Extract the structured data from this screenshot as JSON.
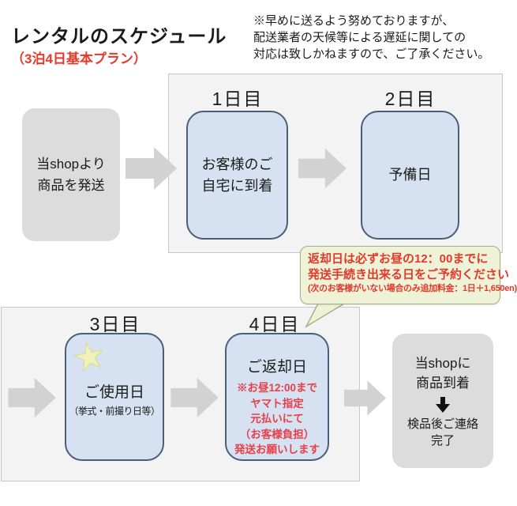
{
  "header": {
    "title": "レンタルのスケジュール",
    "subtitle": "（3泊4日基本プラン）",
    "note_lines": [
      "※早めに送るよう努めておりますが、",
      "配送業者の天候等による遅延に関しての",
      "対応は致しかねますので、ご了承ください。"
    ]
  },
  "flow": {
    "start_box": {
      "lines": [
        "当shopより",
        "商品を発送"
      ]
    },
    "day1": {
      "label": "1日目",
      "box_lines": [
        "お客様のご",
        "自宅に到着"
      ]
    },
    "day2": {
      "label": "2日目",
      "box_text": "予備日"
    },
    "day3": {
      "label": "3日目",
      "box_title": "ご使用日",
      "box_sub": "（挙式・前撮り日等）"
    },
    "day4": {
      "label": "4日目",
      "box_title": "ご返却日",
      "box_note_lines": [
        "※お昼12:00まで",
        "ヤマト指定",
        "元払いにて",
        "（お客様負担）",
        "発送お願いします"
      ]
    },
    "end_box": {
      "lines_top": [
        "当shopに",
        "商品到着"
      ],
      "lines_bottom": [
        "検品後ご連絡",
        "完了"
      ]
    }
  },
  "callout": {
    "lines": [
      "返却日は必ずお昼の12：00までに",
      "発送手続き出来る日をご予約ください",
      "(次のお客様がいない場合のみ追加料金：1日＋1,650en)"
    ]
  },
  "colors": {
    "title-red": "#e6392b",
    "panel-bg": "#f3f3f3",
    "panel-border": "#c7c7c7",
    "graybox-bg": "#dcdcdc",
    "bluebox-bg": "#d6e2f2",
    "bluebox-border": "#4b5e77",
    "arrow-gray": "#d2d2d2",
    "callout-bg": "#eef3d8",
    "callout-border": "#a9ae8a",
    "callout-red": "#e2392b",
    "box4-red": "#e64049",
    "star-fill": "#eff1bb",
    "star-stroke": "#d9db9c"
  }
}
